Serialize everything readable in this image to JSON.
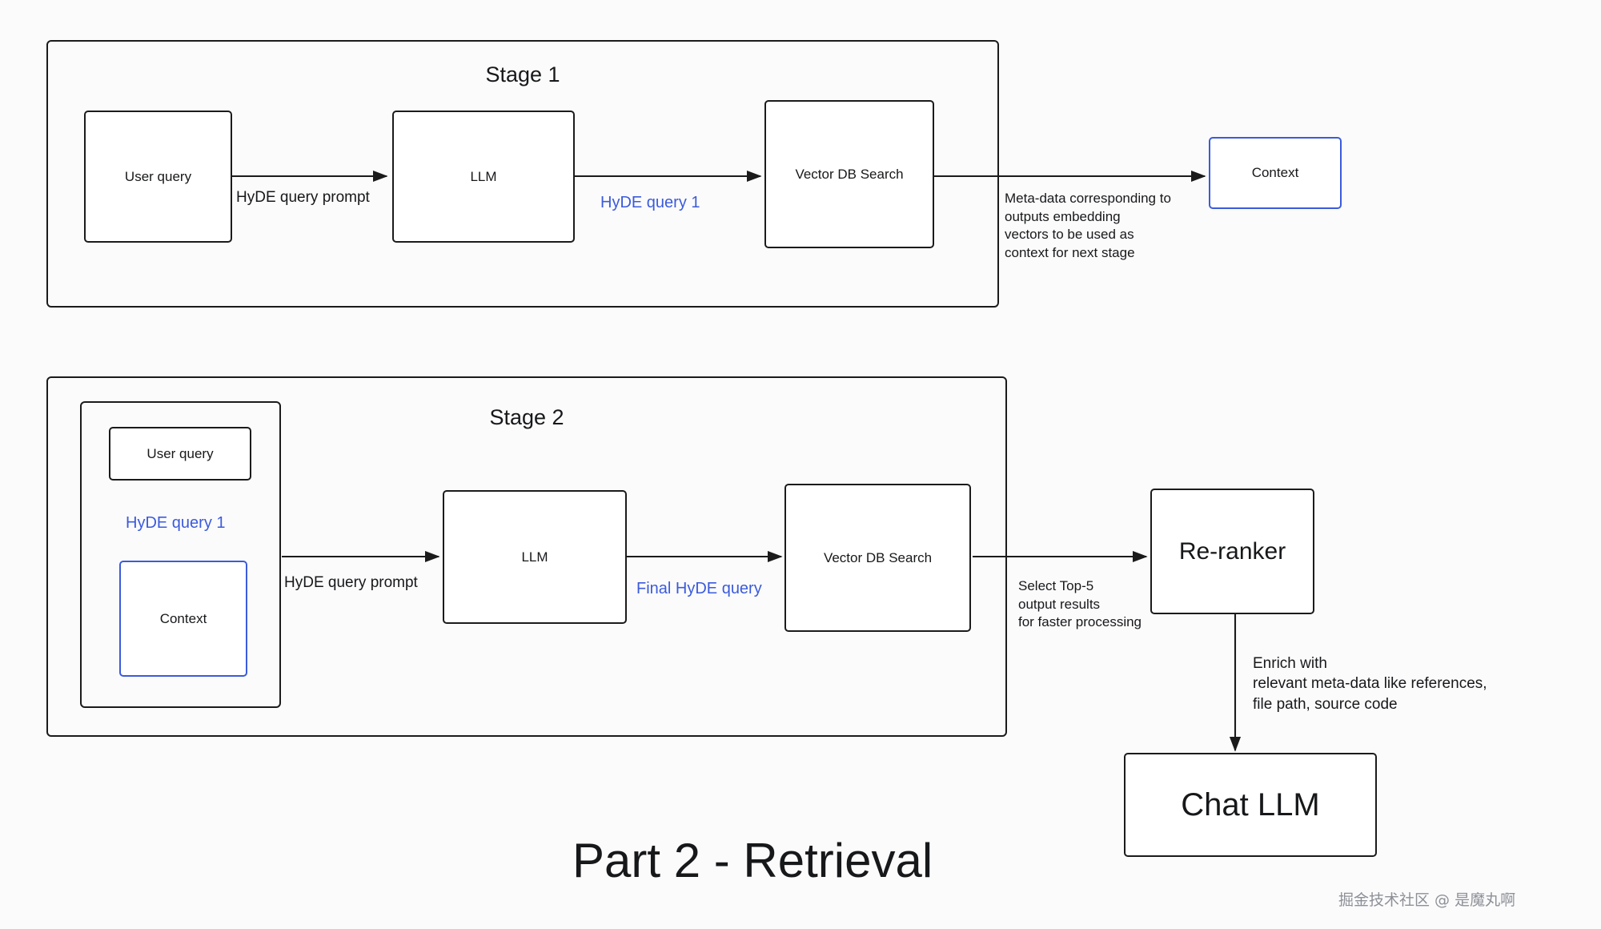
{
  "diagram": {
    "part_title": "Part 2 - Retrieval",
    "watermark": "掘金技术社区 @ 是魔丸啊",
    "colors": {
      "stroke": "#1b1b1b",
      "accent_blue": "#3b5bdb",
      "background": "#fbfbfc",
      "text": "#17181a"
    },
    "stage1": {
      "title": "Stage 1",
      "nodes": {
        "user_query": "User query",
        "llm": "LLM",
        "vector_db": "Vector DB Search",
        "context": "Context"
      },
      "edges": {
        "hyde_query_prompt": "HyDE query prompt",
        "hyde_query_1": "HyDE query 1",
        "metadata": "Meta-data corresponding to\noutputs embedding\nvectors to be used as\ncontext for next stage"
      }
    },
    "stage2": {
      "title": "Stage 2",
      "nodes": {
        "user_query": "User query",
        "hyde_query_1": "HyDE query 1",
        "context": "Context",
        "llm": "LLM",
        "vector_db": "Vector DB Search",
        "reranker": "Re-ranker",
        "chat_llm": "Chat LLM"
      },
      "edges": {
        "hyde_query_prompt": "HyDE query prompt",
        "final_hyde_query": "Final HyDE query",
        "select_top5": "Select Top-5\noutput results\nfor faster processing",
        "enrich": "Enrich with\nrelevant meta-data like references,\nfile path, source code"
      }
    }
  }
}
